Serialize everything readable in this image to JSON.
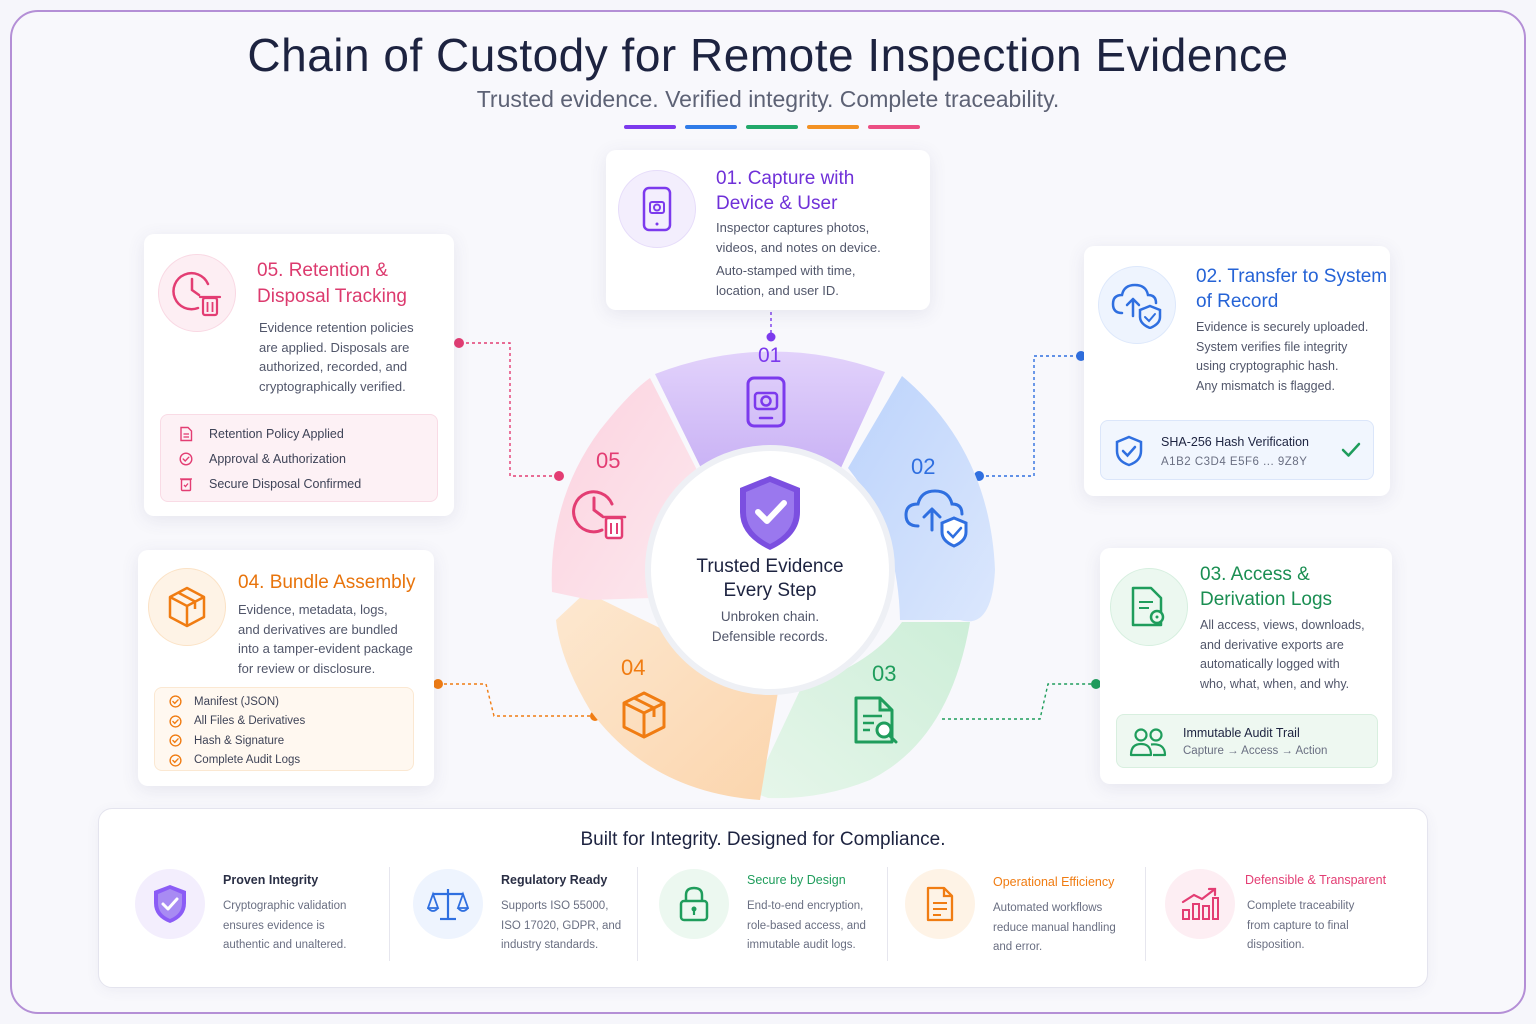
{
  "header": {
    "title": "Chain of Custody for Remote Inspection Evidence",
    "subtitle": "Trusted evidence. Verified integrity. Complete traceability.",
    "bar_colors": [
      "#7c3aed",
      "#2f7be8",
      "#22a86a",
      "#f39224",
      "#ec4f84"
    ]
  },
  "steps": {
    "s1": {
      "number": "01",
      "title_line1": "01. Capture with",
      "title_line2": "Device & User",
      "text": [
        "Inspector captures photos,",
        "videos, and notes on device.",
        "Auto-stamped with time,",
        "location, and user ID."
      ],
      "color": "#7c3aed",
      "icon": "camera-phone-icon"
    },
    "s2": {
      "number": "02",
      "title_line1": "02. Transfer to System",
      "title_line2": "of Record",
      "text": [
        "Evidence is securely uploaded.",
        "System verifies file integrity",
        "using cryptographic hash.",
        "Any mismatch is flagged."
      ],
      "hash_label": "SHA-256 Hash Verification",
      "hash_value": "A1B2 C3D4 E5F6 ... 9Z8Y",
      "color": "#2f6fe0",
      "icon": "cloud-upload-shield-icon"
    },
    "s3": {
      "number": "03",
      "title_line1": "03. Access &",
      "title_line2": "Derivation Logs",
      "text": [
        "All access, views, downloads,",
        "and derivative exports are",
        "automatically logged with",
        "who, what, when, and why."
      ],
      "audit_label": "Immutable Audit Trail",
      "audit_flow": "Capture → Access → Action",
      "color": "#1f9d5c",
      "icon": "document-search-icon"
    },
    "s4": {
      "number": "04",
      "title_line1": "04. Bundle Assembly",
      "text": [
        "Evidence, metadata, logs,",
        "and derivatives are bundled",
        "into a tamper-evident package",
        "for review or disclosure."
      ],
      "checklist": [
        "Manifest (JSON)",
        "All Files & Derivatives",
        "Hash & Signature",
        "Complete Audit Logs"
      ],
      "color": "#f07c12",
      "icon": "package-icon"
    },
    "s5": {
      "number": "05",
      "title_line1": "05. Retention &",
      "title_line2": "Disposal Tracking",
      "text": [
        "Evidence retention policies",
        "are applied. Disposals are",
        "authorized, recorded, and",
        "cryptographically verified."
      ],
      "checklist": [
        "Retention Policy Applied",
        "Approval & Authorization",
        "Secure Disposal Confirmed"
      ],
      "color": "#e33d73",
      "icon": "clock-trash-icon"
    }
  },
  "center": {
    "title_line1": "Trusted Evidence",
    "title_line2": "Every Step",
    "text_line1": "Unbroken chain.",
    "text_line2": "Defensible records."
  },
  "footer": {
    "title": "Built for Integrity. Designed for Compliance.",
    "features": [
      {
        "title": "Proven Integrity",
        "text": [
          "Cryptographic validation",
          "ensures evidence is",
          "authentic and unaltered."
        ],
        "color": "#2a2f45",
        "icon": "shield-check-icon"
      },
      {
        "title": "Regulatory Ready",
        "text": [
          "Supports ISO 55000,",
          "ISO 17020, GDPR, and",
          "industry standards."
        ],
        "color": "#2a2f45",
        "icon": "scales-icon"
      },
      {
        "title": "Secure by Design",
        "text": [
          "End-to-end encryption,",
          "role-based access, and",
          "immutable audit logs."
        ],
        "color": "#1f9d5c",
        "icon": "lock-icon"
      },
      {
        "title": "Operational Efficiency",
        "text": [
          "Automated workflows",
          "reduce manual handling",
          "and error."
        ],
        "color": "#f07c12",
        "icon": "document-icon"
      },
      {
        "title": "Defensible & Transparent",
        "text": [
          "Complete traceability",
          "from capture to final",
          "disposition."
        ],
        "color": "#e33d73",
        "icon": "chart-growth-icon"
      }
    ]
  }
}
